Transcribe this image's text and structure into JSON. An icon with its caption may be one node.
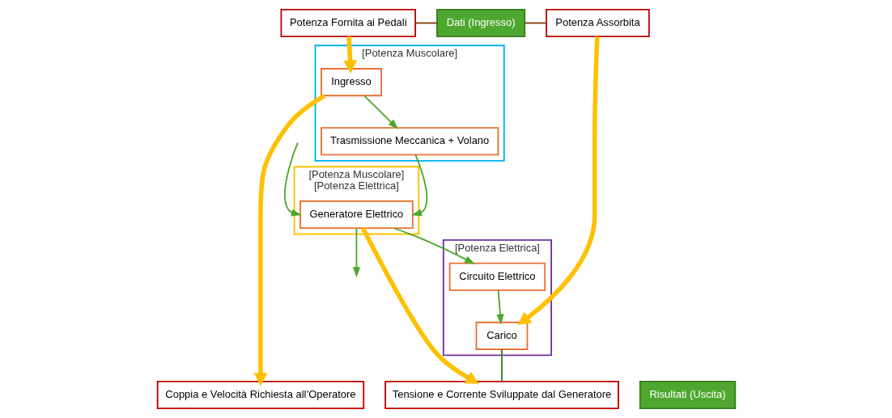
{
  "diagram": {
    "nodes": [
      {
        "text": [
          "Potenza Fornita ai Pedali"
        ]
      },
      {
        "text": [
          "Dati (Ingresso)"
        ]
      },
      {
        "text": [
          "Potenza Assorbita"
        ]
      },
      {
        "text": [
          "[Potenza Muscolare]"
        ]
      },
      {
        "text": [
          "Ingresso"
        ],
        "in": 3
      },
      {
        "text": [
          "Trasmissione Meccanica + Volano"
        ],
        "in": 3
      },
      {
        "text": [
          "[Potenza Muscolare]",
          "[Potenza Elettrica]"
        ]
      },
      {
        "text": [
          "Generatore Elettrico"
        ],
        "in": 6
      },
      {
        "text": [
          "[Potenza Elettrica]"
        ]
      },
      {
        "text": [
          "Circuito Elettrico"
        ],
        "in": 8
      },
      {
        "text": [
          "Carico"
        ],
        "in": 8
      },
      {
        "text": [
          "Coppia e Velocità Richiesta all’Operatore"
        ]
      },
      {
        "text": [
          "Risultati (Uscita)"
        ]
      },
      {
        "text": [
          "Tensione e Corrente Sviluppate dal Generatore"
        ]
      }
    ],
    "edges": [
      {
        "from": 0,
        "to": 1,
        "arrow": "none",
        "color": "#843c0c"
      },
      {
        "from": 1,
        "to": 2,
        "arrow": "none",
        "color": "#843c0c"
      },
      {
        "from": 0,
        "to": 4,
        "arrow": "to",
        "style": "thick",
        "color": "#ffc000"
      },
      {
        "from": 2,
        "to": 10,
        "arrow": "to",
        "style": "thick",
        "color": "#ffc000"
      },
      {
        "from": 4,
        "to": 5,
        "arrow": "to"
      },
      {
        "from": 5,
        "to": 7,
        "arrow": "to"
      },
      {
        "from": null,
        "to": 7,
        "arrow": "to"
      },
      {
        "from": 7,
        "to": null,
        "arrow": "to"
      },
      {
        "from": 7,
        "to": 9,
        "arrow": "to"
      },
      {
        "from": 9,
        "to": 10,
        "arrow": "to"
      },
      {
        "from": 4,
        "to": 11,
        "arrow": "to",
        "style": "thick",
        "color": "#ffc000"
      },
      {
        "from": 7,
        "to": 13,
        "arrow": "to",
        "style": "thick",
        "color": "#ffc000"
      },
      {
        "from": 10,
        "to": 13,
        "arrow": "none",
        "color": "#3a7d22"
      }
    ]
  }
}
